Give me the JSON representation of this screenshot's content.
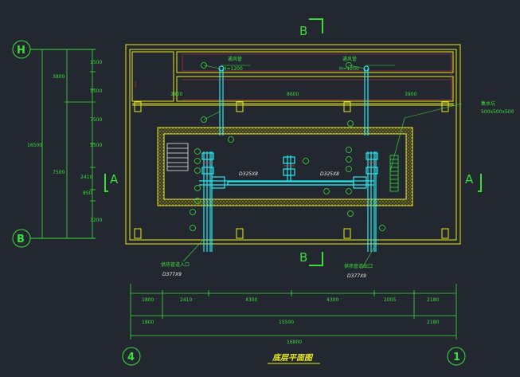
{
  "drawing": {
    "title": "底层平面图",
    "axes": {
      "top_left": "H",
      "bottom_left": "B",
      "bottom_left_num": "4",
      "bottom_right_num": "1"
    },
    "section_marks": {
      "top": "B",
      "bottom": "B",
      "left": "A",
      "right": "A"
    },
    "labels": {
      "vent_left": "通风管",
      "vent_left_h": "H=1200",
      "vent_right": "通风管",
      "vent_right_h": "H=1200",
      "sump": "集水坑",
      "sump_size": "500x500x500",
      "pipe_mid_left": "D325X8",
      "pipe_mid_right": "D325X8",
      "pipe_in_left": "供热管道入口",
      "pipe_in_left_d": "D377X9",
      "pipe_in_right": "供热管道出口",
      "pipe_in_right_d": "D377X9"
    },
    "top_dims": [
      "3900",
      "8600",
      "3900"
    ],
    "left_dims": {
      "outer_total": "16500",
      "outer_segments": [
        "3800",
        "7500"
      ],
      "inner_segments": [
        "1500",
        "1500",
        "7500",
        "1500",
        "2410",
        "850",
        "3200"
      ]
    },
    "bottom_dims_row1": [
      "1800",
      "2410",
      "4300",
      "4300",
      "2005",
      "2180"
    ],
    "bottom_dims_row2": [
      "1800",
      "15500",
      "2180"
    ],
    "bottom_dims_total": "16800"
  }
}
